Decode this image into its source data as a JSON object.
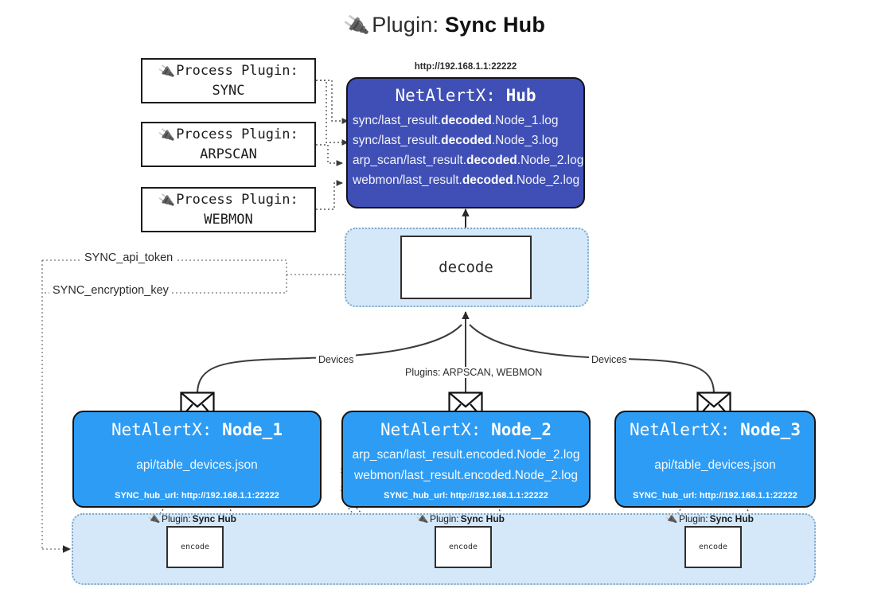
{
  "title": {
    "icon": "plug-icon",
    "prefix": "Plugin:",
    "name": "Sync Hub"
  },
  "hub": {
    "url": "http://192.168.1.1:22222",
    "title_prefix": "NetAlertX:",
    "title_name": "Hub",
    "loglines": [
      {
        "pre": "sync/last_result.",
        "mid": "decoded",
        "post": ".Node_1.log"
      },
      {
        "pre": "sync/last_result.",
        "mid": "decoded",
        "post": ".Node_3.log"
      },
      {
        "pre": "arp_scan/last_result.",
        "mid": "decoded",
        "post": ".Node_2.log"
      },
      {
        "pre": "webmon/last_result.",
        "mid": "decoded",
        "post": ".Node_2.log"
      }
    ]
  },
  "process_plugins": [
    {
      "icon": "plug-icon",
      "label": "Process Plugin:",
      "name": "SYNC"
    },
    {
      "icon": "plug-icon",
      "label": "Process Plugin:",
      "name": "ARPSCAN"
    },
    {
      "icon": "plug-icon",
      "label": "Process Plugin:",
      "name": "WEBMON"
    }
  ],
  "decode": {
    "label": "decode"
  },
  "secrets": [
    {
      "label": "SYNC_api_token"
    },
    {
      "label": "SYNC_encryption_key"
    }
  ],
  "edge_labels": {
    "devices_left": "Devices",
    "devices_right": "Devices",
    "plugins_center": "Plugins: ARPSCAN, WEBMON"
  },
  "nodes": [
    {
      "title_prefix": "NetAlertX:",
      "title_name": "Node_1",
      "lines": [
        "api/table_devices.json"
      ],
      "footer": "SYNC_hub_url: http://192.168.1.1:22222",
      "envelope_icon": "envelope-icon"
    },
    {
      "title_prefix": "NetAlertX:",
      "title_name": "Node_2",
      "lines": [
        "arp_scan/last_result.encoded.Node_2.log",
        "webmon/last_result.encoded.Node_2.log"
      ],
      "footer": "SYNC_hub_url: http://192.168.1.1:22222",
      "envelope_icon": "envelope-icon"
    },
    {
      "title_prefix": "NetAlertX:",
      "title_name": "Node_3",
      "lines": [
        "api/table_devices.json"
      ],
      "footer": "SYNC_hub_url: http://192.168.1.1:22222",
      "envelope_icon": "envelope-icon"
    }
  ],
  "encoders": [
    {
      "plugin_prefix": "Plugin:",
      "plugin_name": "Sync Hub",
      "label": "encode",
      "icon": "plug-icon"
    },
    {
      "plugin_prefix": "Plugin:",
      "plugin_name": "Sync Hub",
      "label": "encode",
      "icon": "plug-icon"
    },
    {
      "plugin_prefix": "Plugin:",
      "plugin_name": "Sync Hub",
      "label": "encode",
      "icon": "plug-icon"
    }
  ],
  "colors": {
    "hub_fill": "#3f4fb5",
    "node_fill": "#2d9cf5",
    "container_fill": "#d4e8fa",
    "container_border": "#7fa9c9",
    "stroke": "#3b3b3b",
    "page_bg": "#ffffff"
  }
}
